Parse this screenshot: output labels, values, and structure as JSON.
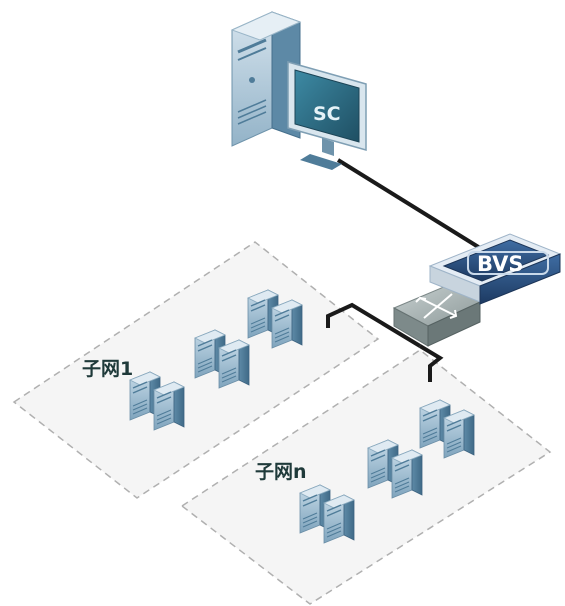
{
  "nodes": {
    "sc": {
      "label": "SC"
    },
    "bvs": {
      "label": "BVS"
    },
    "switch": {
      "label": ""
    }
  },
  "subnets": [
    {
      "label": "子网1"
    },
    {
      "label": "子网n"
    }
  ],
  "colors": {
    "link": "#1a1a1a",
    "subnet_border": "#b0b0b0",
    "subnet_fill": "#f5f5f5",
    "server": "#8fb4cc",
    "bvs_body": "#2c4f7c",
    "switch_body": "#8a9696",
    "monitor_screen": "#2f6f86"
  }
}
